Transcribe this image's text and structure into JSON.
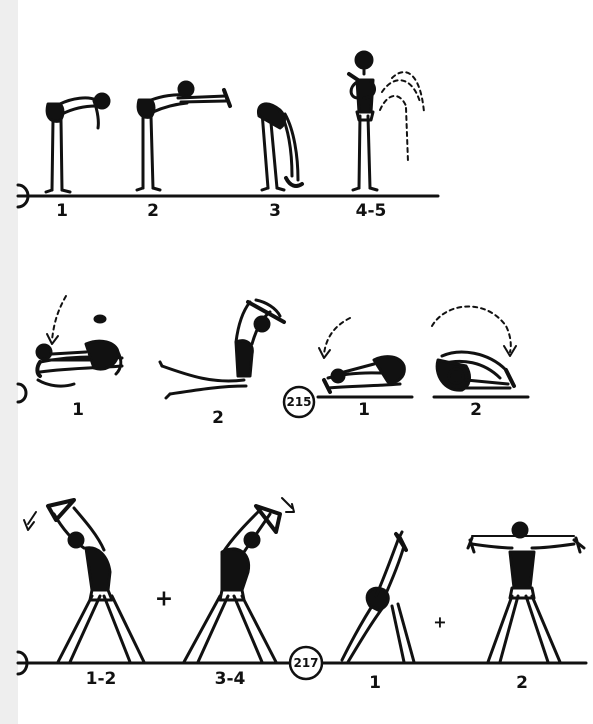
{
  "page": {
    "colors": {
      "ink": "#111111",
      "paper": "#ffffff",
      "margin": "#eeeeee"
    }
  },
  "rows": [
    {
      "exercise_number": "",
      "labels": [
        "1",
        "2",
        "3",
        "4-5"
      ]
    },
    {
      "exercise_number": "",
      "labels": [
        "1",
        "2"
      ]
    },
    {
      "exercise_number": "215",
      "labels": [
        "1",
        "2"
      ]
    },
    {
      "exercise_number": "",
      "labels": [
        "1-2",
        "3-4"
      ],
      "connector": "+"
    },
    {
      "exercise_number": "217",
      "labels": [
        "1",
        "2"
      ],
      "connector": "+"
    }
  ]
}
